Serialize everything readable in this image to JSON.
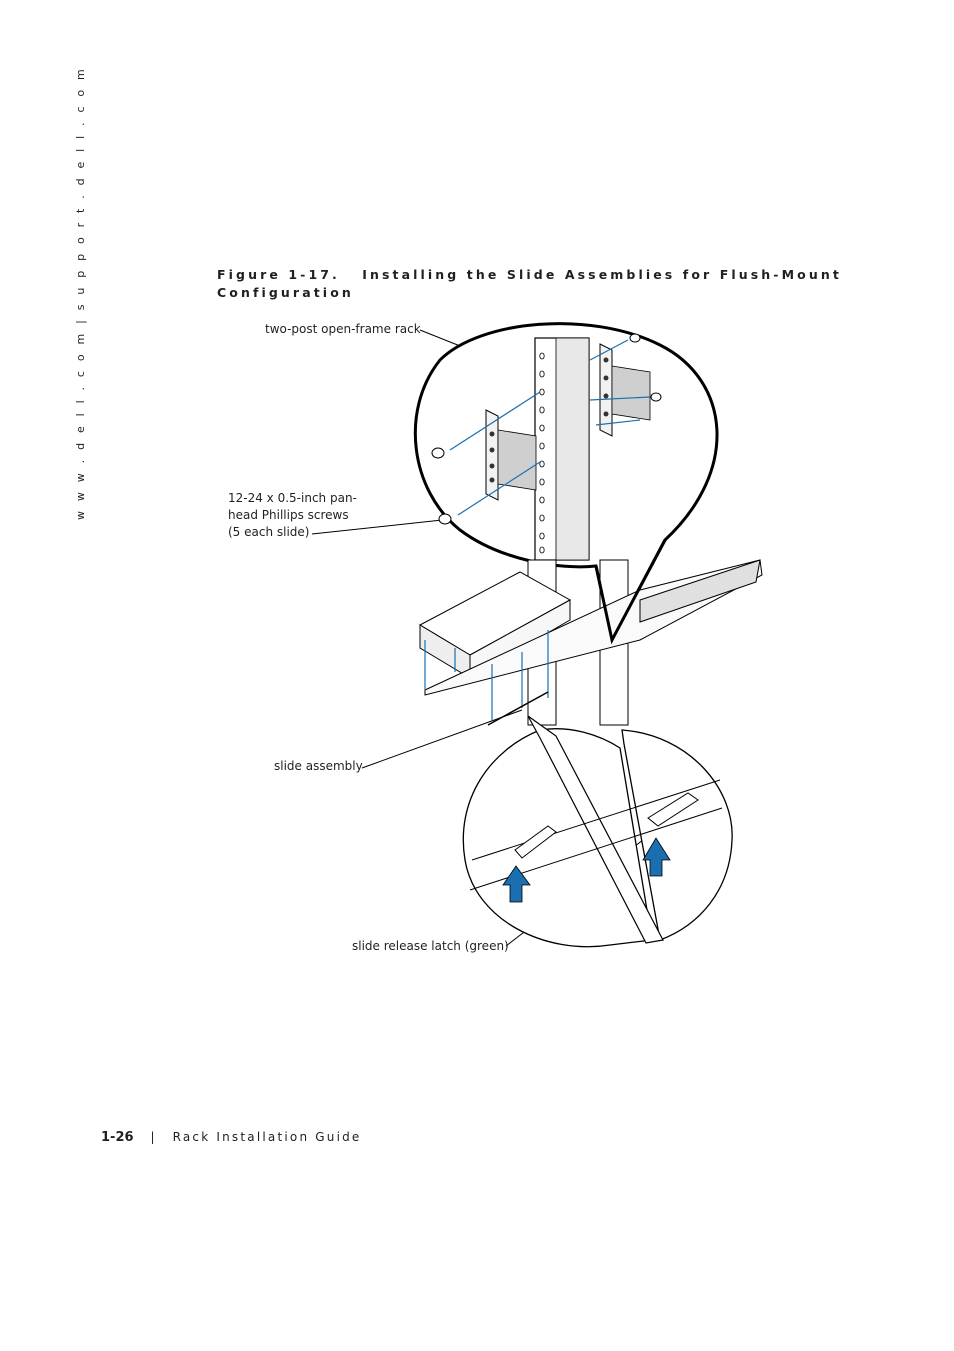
{
  "side_url": "w w w . d e l l . c o m | s u p p o r t . d e l l . c o m",
  "figure": {
    "caption_line1": "Figure 1-17.   Installing the Slide Assemblies for Flush-Mount",
    "caption_line2": "Configuration",
    "callouts": {
      "rack": "two-post open-frame rack",
      "screws_line1": "12-24 x 0.5-inch pan-",
      "screws_line2": "head Phillips screws",
      "screws_line3": "(5 each slide)",
      "slide": "slide assembly",
      "latch": "slide release latch (green)"
    }
  },
  "footer": {
    "page_number": "1-26",
    "separator": "|",
    "guide_title": "Rack Installation Guide"
  },
  "colors": {
    "accent_blue": "#1a6fb0",
    "line": "#000000"
  }
}
